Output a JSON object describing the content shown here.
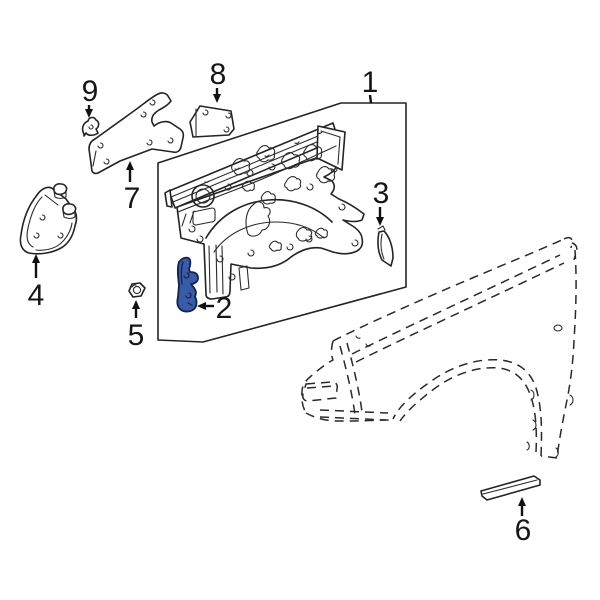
{
  "diagram": {
    "kind": "exploded-parts-diagram",
    "background_color": "#ffffff",
    "line_color": "#242424",
    "highlight_fill": "#3A5BA5",
    "highlight_outline": "#14224F",
    "callouts": [
      {
        "number": "1"
      },
      {
        "number": "2"
      },
      {
        "number": "3"
      },
      {
        "number": "4"
      },
      {
        "number": "5"
      },
      {
        "number": "6"
      },
      {
        "number": "7"
      },
      {
        "number": "8"
      },
      {
        "number": "9"
      }
    ]
  }
}
